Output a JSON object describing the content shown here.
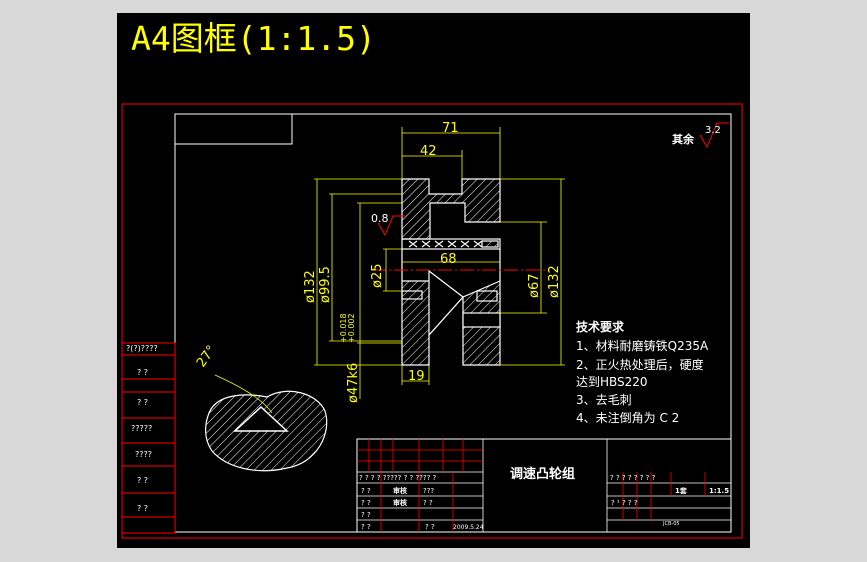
{
  "title": "A4图框(1:1.5)",
  "colors": {
    "frame": "#ff0000",
    "line": "#ffffff",
    "dim": "#ffff00",
    "center": "#ff0000",
    "bg": "#000000"
  },
  "dimensions": {
    "top_overall": "71",
    "top_inner": "42",
    "d_outer_left": "ø132",
    "d_mid_left": "ø99.5",
    "d_bore": "ø25",
    "center_len": "68",
    "d_right_inner": "ø67",
    "d_right_outer": "ø132",
    "d_shaft": "ø47k6",
    "tol_upper": "+0.018",
    "tol_lower": "+0.002",
    "bottom_width": "19",
    "angle": "27°"
  },
  "roughness": {
    "label": "0.8",
    "other_value": "3.2",
    "other_text": "其余"
  },
  "tech": {
    "heading": "技术要求",
    "items": [
      "1、材料耐磨铸铁Q235A",
      "2、正火热处理后，硬度",
      "达到HBS220",
      "3、去毛刺",
      "4、未注倒角为 C 2"
    ]
  },
  "left_table": [
    "?(?)????",
    "? ?",
    "? ?",
    "?????",
    "????",
    "? ?",
    "? ?"
  ],
  "title_block": {
    "part_name": "调速凸轮组",
    "row1": "? ? ? ? ????? ? ?  ????  ?",
    "row2a": "? ?",
    "row2b": "审核",
    "row2c": "???",
    "row3a": "? ?",
    "row3b": "审核",
    "row3c": "? ?",
    "row4a": "? ?",
    "row5a": "? ?",
    "row5b": "? ?",
    "date": "2009.5.24",
    "right_top": "? ? ? ?  ? ? ? ?",
    "right_sheet": "1套",
    "scale": "1:1.5",
    "right_small": "? ¹ ?  ? ?",
    "drawing_no": "JCB-05"
  }
}
